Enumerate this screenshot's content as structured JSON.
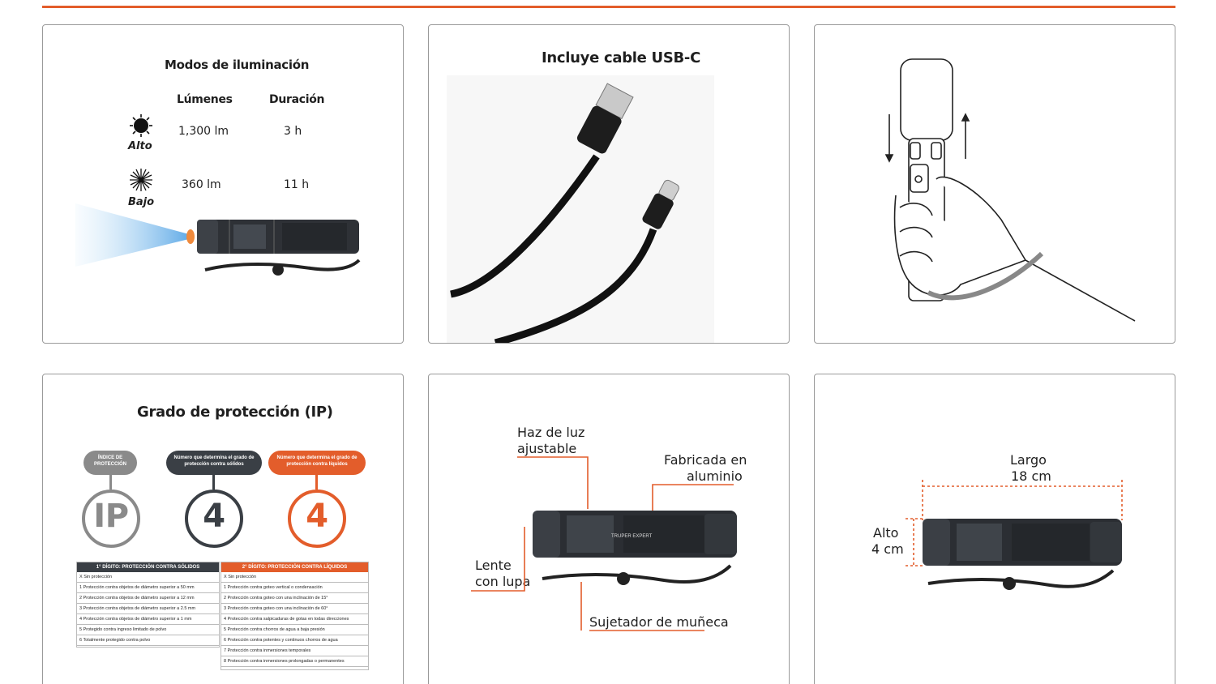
{
  "colors": {
    "accent": "#e35d2b",
    "dark": "#3a3f45",
    "gray": "#8a8a8a"
  },
  "modes": {
    "title": "Modos de iluminación",
    "col_lumens": "Lúmenes",
    "col_duration": "Duración",
    "rows": [
      {
        "mode": "Alto",
        "lumens": "1,300 lm",
        "duration": "3 h"
      },
      {
        "mode": "Bajo",
        "lumens": "360 lm",
        "duration": "11 h"
      }
    ]
  },
  "usb": {
    "title": "Incluye cable USB-C"
  },
  "ip": {
    "title": "Grado de protección (IP)",
    "badge_index": "ÍNDICE DE PROTECCIÓN",
    "badge_solids": "Número que determina el grado de protección contra sólidos",
    "badge_liquids": "Número que determina el grado de protección contra líquidos",
    "circle_ip": "IP",
    "circle_solid": "4",
    "circle_liquid": "4",
    "table_solids_header": "1° DÍGITO: PROTECCIÓN CONTRA SÓLIDOS",
    "table_liquids_header": "2° DÍGITO: PROTECCIÓN CONTRA LÍQUIDOS",
    "solids": [
      "X Sin protección",
      "1 Protección contra objetos de diámetro superior a 50 mm",
      "2 Protección contra objetos de diámetro superior a 12 mm",
      "3 Protección contra objetos de diámetro superior a 2.5 mm",
      "4 Protección contra objetos de diámetro superior a 1 mm",
      "5 Protegido contra ingreso limitado de polvo",
      "6 Totalmente protegido contra polvo"
    ],
    "liquids": [
      "X Sin protección",
      "1 Protección contra goteo vertical o condensación",
      "2 Protección contra goteo con una inclinación de 15°",
      "3 Protección contra goteo con una inclinación de 60°",
      "4 Protección contra salpicaduras de gotas en todas direcciones",
      "5 Protección contra chorros de agua a baja presión",
      "6 Protección contra potentes y continuos chorros de agua",
      "7 Protección contra inmersiones temporales",
      "8 Protección contra inmersiones prolongadas o permanentes"
    ]
  },
  "features": {
    "beam_line1": "Haz de luz",
    "beam_line2": "ajustable",
    "aluminum_line1": "Fabricada en",
    "aluminum_line2": "aluminio",
    "lens_line1": "Lente",
    "lens_line2": "con lupa",
    "strap": "Sujetador de muñeca",
    "brand_text": "TRUPER EXPERT"
  },
  "dims": {
    "length_label": "Largo",
    "length_value": "18 cm",
    "height_label": "Alto",
    "height_value": "4 cm"
  }
}
